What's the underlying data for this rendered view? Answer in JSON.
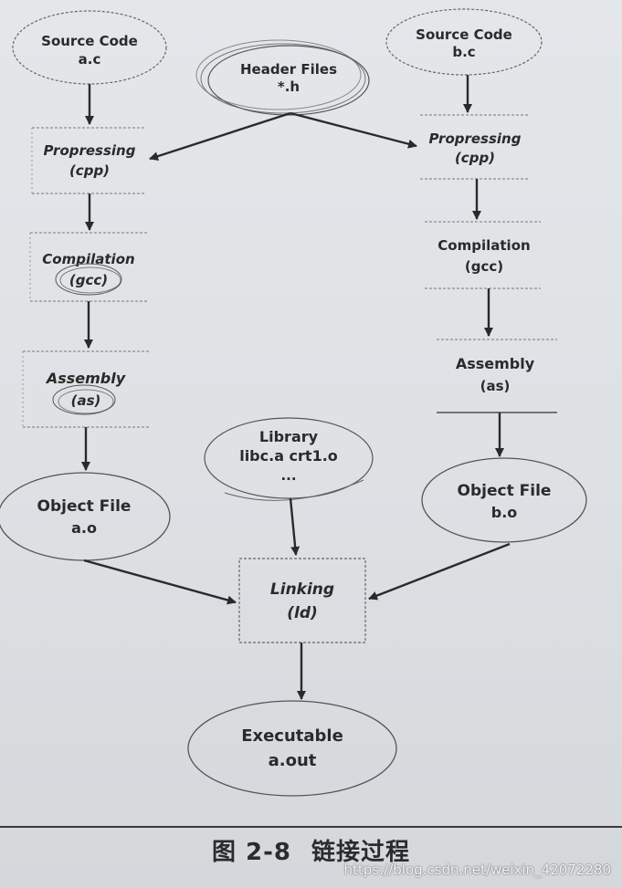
{
  "nodes": {
    "source_a": {
      "line1": "Source Code",
      "line2": "a.c"
    },
    "source_b": {
      "line1": "Source Code",
      "line2": "b.c"
    },
    "header": {
      "line1": "Header Files",
      "line2": "*.h"
    },
    "prep_a": {
      "line1": "Propressing",
      "line2": "(cpp)"
    },
    "prep_b": {
      "line1": "Propressing",
      "line2": "(cpp)"
    },
    "comp_a": {
      "line1": "Compilation",
      "line2": "(gcc)"
    },
    "comp_b": {
      "line1": "Compilation",
      "line2": "(gcc)"
    },
    "asm_a": {
      "line1": "Assembly",
      "line2": "(as)"
    },
    "asm_b": {
      "line1": "Assembly",
      "line2": "(as)"
    },
    "library": {
      "line1": "Library",
      "line2": "libc.a crt1.o",
      "line3": "..."
    },
    "obj_a": {
      "line1": "Object File",
      "line2": "a.o"
    },
    "obj_b": {
      "line1": "Object File",
      "line2": "b.o"
    },
    "link": {
      "line1": "Linking",
      "line2": "(ld)"
    },
    "exec": {
      "line1": "Executable",
      "line2": "a.out"
    }
  },
  "caption": {
    "figure": "图 2-8",
    "title": "链接过程"
  },
  "watermark": "https://blog.csdn.net/weixin_42072280",
  "colors": {
    "ink": "#2a2a2a",
    "paper": "#e1e4e7"
  }
}
